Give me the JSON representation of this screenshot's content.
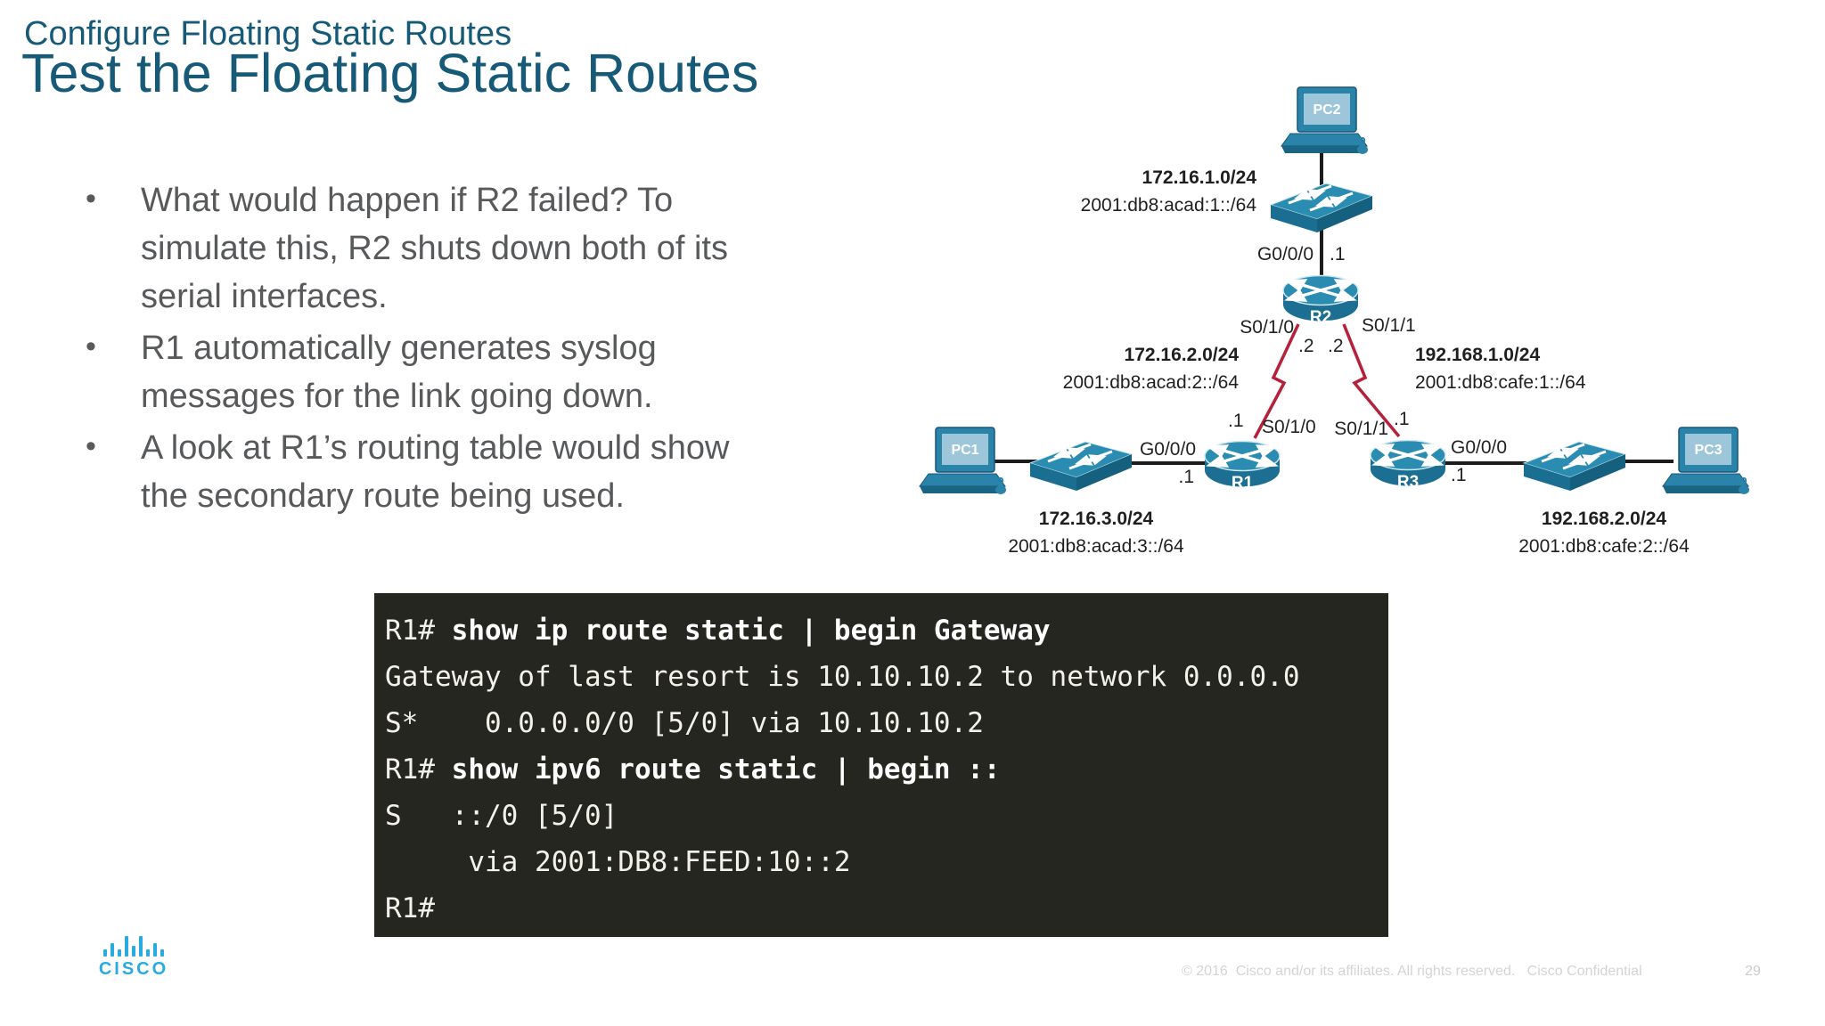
{
  "slide": {
    "pretitle": "Configure Floating Static Routes",
    "title": "Test the Floating Static Routes",
    "bullets": [
      "What would happen if R2 failed? To\nsimulate this, R2 shuts down both of its\nserial interfaces.",
      "R1 automatically generates syslog\nmessages for the link going down.",
      "A look at R1’s routing table would show\nthe secondary route being used."
    ],
    "footer": {
      "copyright": "© 2016  Cisco and/or its affiliates. All rights reserved.   Cisco Confidential",
      "page": "29",
      "logo_text": "CISCO"
    }
  },
  "colors": {
    "title_teal": "#175a78",
    "body_gray": "#58595b",
    "device_blue": "#1c6f93",
    "device_blue_light": "#2a8cb0",
    "serial_link_red": "#b5203a",
    "terminal_bg": "#262620",
    "cisco_logo_blue": "#29abe2"
  },
  "diagram": {
    "nodes": {
      "pc1": "PC1",
      "pc2": "PC2",
      "pc3": "PC3",
      "r1": "R1",
      "r2": "R2",
      "r3": "R3"
    },
    "networks": [
      {
        "ipv4": "172.16.1.0/24",
        "ipv6": "2001:db8:acad:1::/64"
      },
      {
        "ipv4": "172.16.2.0/24",
        "ipv6": "2001:db8:acad:2::/64"
      },
      {
        "ipv4": "192.168.1.0/24",
        "ipv6": "2001:db8:cafe:1::/64"
      },
      {
        "ipv4": "172.16.3.0/24",
        "ipv6": "2001:db8:acad:3::/64"
      },
      {
        "ipv4": "192.168.2.0/24",
        "ipv6": "2001:db8:cafe:2::/64"
      }
    ],
    "interfaces": {
      "r2_g000": "G0/0/0",
      "r2_g000_ip": ".1",
      "r2_s010": "S0/1/0",
      "r2_s010_ip": ".2",
      "r2_s011": "S0/1/1",
      "r2_s011_ip": ".2",
      "r1_s010": "S0/1/0",
      "r1_s010_ip": ".1",
      "r3_s011": "S0/1/1",
      "r3_s011_ip": ".1",
      "r1_g000": "G0/0/0",
      "r1_g000_ip": ".1",
      "r3_g000": "G0/0/0",
      "r3_g000_ip": ".1"
    }
  },
  "terminal": {
    "lines": [
      {
        "prompt": "R1# ",
        "command": "show ip route static | begin Gateway"
      },
      {
        "text": "Gateway of last resort is 10.10.10.2 to network 0.0.0.0"
      },
      {
        "text": "S*    0.0.0.0/0 [5/0] via 10.10.10.2"
      },
      {
        "prompt": "R1# ",
        "command": "show ipv6 route static | begin ::"
      },
      {
        "text": "S   ::/0 [5/0]"
      },
      {
        "text": "     via 2001:DB8:FEED:10::2"
      },
      {
        "text": "R1#"
      }
    ]
  }
}
